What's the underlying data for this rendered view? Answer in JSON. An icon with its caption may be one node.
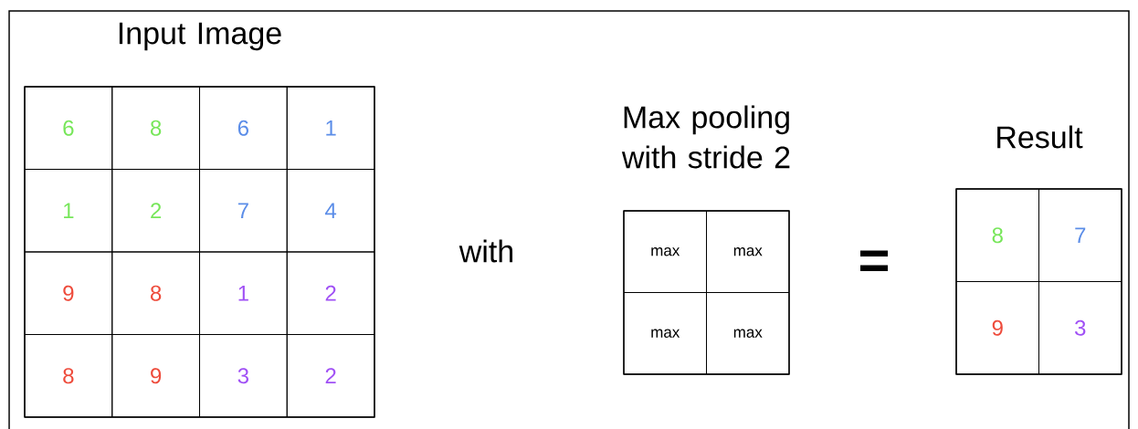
{
  "diagram": {
    "nodes": [
      {
        "text": [
          "Input Image"
        ]
      },
      {
        "text": [
          "6"
        ],
        "in": 0
      },
      {
        "text": [
          "8"
        ],
        "in": 0
      },
      {
        "text": [
          "6"
        ],
        "in": 0
      },
      {
        "text": [
          "1"
        ],
        "in": 0
      },
      {
        "text": [
          "1"
        ],
        "in": 0
      },
      {
        "text": [
          "2"
        ],
        "in": 0
      },
      {
        "text": [
          "7"
        ],
        "in": 0
      },
      {
        "text": [
          "4"
        ],
        "in": 0
      },
      {
        "text": [
          "9"
        ],
        "in": 0
      },
      {
        "text": [
          "8"
        ],
        "in": 0
      },
      {
        "text": [
          "1"
        ],
        "in": 0
      },
      {
        "text": [
          "2"
        ],
        "in": 0
      },
      {
        "text": [
          "8"
        ],
        "in": 0
      },
      {
        "text": [
          "9"
        ],
        "in": 0
      },
      {
        "text": [
          "3"
        ],
        "in": 0
      },
      {
        "text": [
          "2"
        ],
        "in": 0
      },
      {
        "text": [
          "Max pooling with stride 2"
        ]
      },
      {
        "text": [
          "max"
        ],
        "in": 17
      },
      {
        "text": [
          "max"
        ],
        "in": 17
      },
      {
        "text": [
          "max"
        ],
        "in": 17
      },
      {
        "text": [
          "max"
        ],
        "in": 17
      },
      {
        "text": [
          "Result"
        ]
      },
      {
        "text": [
          "8"
        ],
        "in": 22
      },
      {
        "text": [
          "7"
        ],
        "in": 22
      },
      {
        "text": [
          "9"
        ],
        "in": 22
      },
      {
        "text": [
          "3"
        ],
        "in": 22
      }
    ],
    "labels": [
      "with",
      "="
    ]
  }
}
